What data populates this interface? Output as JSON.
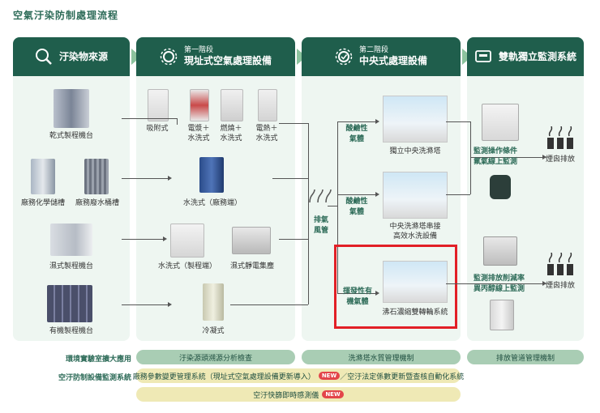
{
  "title": "空氣汙染防制處理流程",
  "headers": {
    "h1": {
      "title": "汙染物來源"
    },
    "h2": {
      "sub": "第一階段",
      "title": "現址式空氣處理設備"
    },
    "h3": {
      "sub": "第二階段",
      "title": "中央式處理設備"
    },
    "h4": {
      "title": "雙軌獨立監測系統"
    }
  },
  "sources": [
    "乾式製程機台",
    "廠務化學儲槽",
    "廠務廢水桶槽",
    "濕式製程機台",
    "有機製程機台"
  ],
  "stage1": {
    "absorb": "吸附式",
    "r1": [
      "電漿＋\n水洗式",
      "燃燒＋\n水洗式",
      "電熱＋\n水洗式"
    ],
    "r2": "水洗式（廠務端）",
    "r3": [
      "水洗式（製程端）",
      "濕式靜電集塵"
    ],
    "r4": "冷凝式"
  },
  "duct": "排氣\n風管",
  "gas": [
    "酸鹼性\n氣體",
    "酸鹼性\n氣體",
    "揮發性有\n機氣體"
  ],
  "stage2": [
    "獨立中央洗滌塔",
    "中央洗滌塔串接\n高效水洗設備",
    "沸石濃縮雙轉輪系統"
  ],
  "monitor": {
    "m1": "監測操作條件\n氟氣線上監測",
    "m2": "監測排放削減率\n異丙醇線上監測",
    "exhaust": "煙囪排放"
  },
  "bottom": {
    "row1_label": "環境實驗室擴大應用",
    "row1_a": "汙染源頭溯源分析檢查",
    "row1_b": "洗滌塔水質管理機制",
    "row1_c": "排放管道管理機制",
    "row2_label": "空汙防制設備監測系統",
    "row2_text": "廠務參數變更管理系統（現址式空氣處理設備更新導入）",
    "row2_text2": "／空汙法定係數更新暨查核自動化系統",
    "row3_text": "空汙快篩即時感測儀",
    "new": "NEW"
  }
}
